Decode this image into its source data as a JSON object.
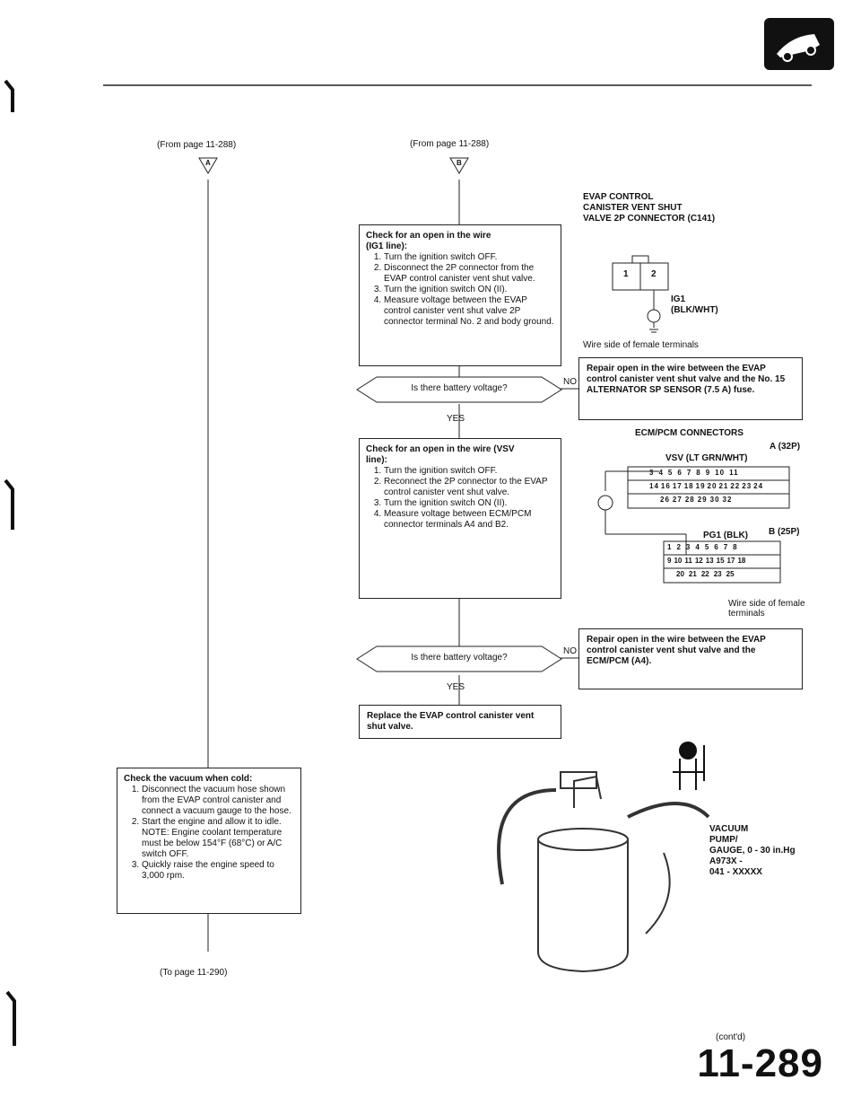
{
  "header": {
    "logo_icon": "car-section-logo-icon"
  },
  "refs": {
    "from_left": "(From page 11-288)",
    "from_right": "(From page 11-288)",
    "to_bottom": "(To page 11-290)",
    "cont": "(cont'd)"
  },
  "markers": {
    "a": "A",
    "b": "B"
  },
  "connector1": {
    "title_l1": "EVAP CONTROL",
    "title_l2": "CANISTER VENT SHUT",
    "title_l3": "VALVE 2P CONNECTOR (C141)",
    "pin1": "1",
    "pin2": "2",
    "wire_l1": "IG1",
    "wire_l2": "(BLK/WHT)",
    "caption": "Wire side of female terminals"
  },
  "step1": {
    "title_l1": "Check for an open in the wire",
    "title_l2": "(IG1 line):",
    "items": [
      "Turn the ignition switch OFF.",
      "Disconnect the 2P connector from the EVAP control canister vent shut valve.",
      "Turn the ignition switch ON (II).",
      "Measure voltage between the EVAP control canister vent shut valve 2P connector terminal No. 2 and body ground."
    ]
  },
  "q1": {
    "text": "Is there battery voltage?",
    "no": "NO",
    "yes": "YES"
  },
  "repair1": {
    "text": "Repair open in the wire between the EVAP control canister vent shut valve and the No. 15 ALTERNATOR SP SENSOR (7.5 A) fuse."
  },
  "step2": {
    "title_l1": "Check for an open in the wire (VSV",
    "title_l2": "line):",
    "items": [
      "Turn the ignition switch OFF.",
      "Reconnect the 2P connector to the EVAP control canister vent shut valve.",
      "Turn the ignition switch ON (II).",
      "Measure voltage between ECM/PCM connector terminals A4 and B2."
    ]
  },
  "ecm": {
    "title": "ECM/PCM CONNECTORS",
    "a_label": "A (32P)",
    "b_label": "B (25P)",
    "vsv_wire": "VSV (LT GRN/WHT)",
    "pg1_wire": "PG1 (BLK)",
    "a_row1": [
      "3",
      "4",
      "5",
      "6",
      "7",
      "8",
      "9",
      "10",
      "11"
    ],
    "a_row2": [
      "14",
      "16",
      "17",
      "18",
      "19",
      "20",
      "21",
      "22",
      "23",
      "24"
    ],
    "a_row3": [
      "26",
      "27",
      "28",
      "29",
      "30",
      "32"
    ],
    "b_row1": [
      "1",
      "2",
      "3",
      "4",
      "5",
      "6",
      "7",
      "8"
    ],
    "b_row2": [
      "9",
      "10",
      "11",
      "12",
      "13",
      "15",
      "17",
      "18"
    ],
    "b_row3": [
      "20",
      "21",
      "22",
      "23",
      "25"
    ],
    "caption_l1": "Wire side of female",
    "caption_l2": "terminals"
  },
  "q2": {
    "text": "Is there battery voltage?",
    "no": "NO",
    "yes": "YES"
  },
  "repair2": {
    "text": "Repair open in the wire between the EVAP control canister vent shut valve and the ECM/PCM (A4)."
  },
  "replace": {
    "text": "Replace the EVAP control canister vent shut valve."
  },
  "vacuum_check": {
    "title": "Check the vacuum when cold:",
    "items": [
      "Disconnect the vacuum hose shown from the EVAP control canister and connect a vacuum gauge to the hose.",
      "Start the engine and allow it to idle. NOTE: Engine coolant temperature must be below 154°F (68°C) or A/C switch OFF.",
      "Quickly raise the engine speed to 3,000 rpm."
    ]
  },
  "tool": {
    "l1": "VACUUM",
    "l2": "PUMP/",
    "l3": "GAUGE, 0 - 30 in.Hg",
    "l4": "A973X -",
    "l5": "041 - XXXXX"
  },
  "page_number": "11-289"
}
